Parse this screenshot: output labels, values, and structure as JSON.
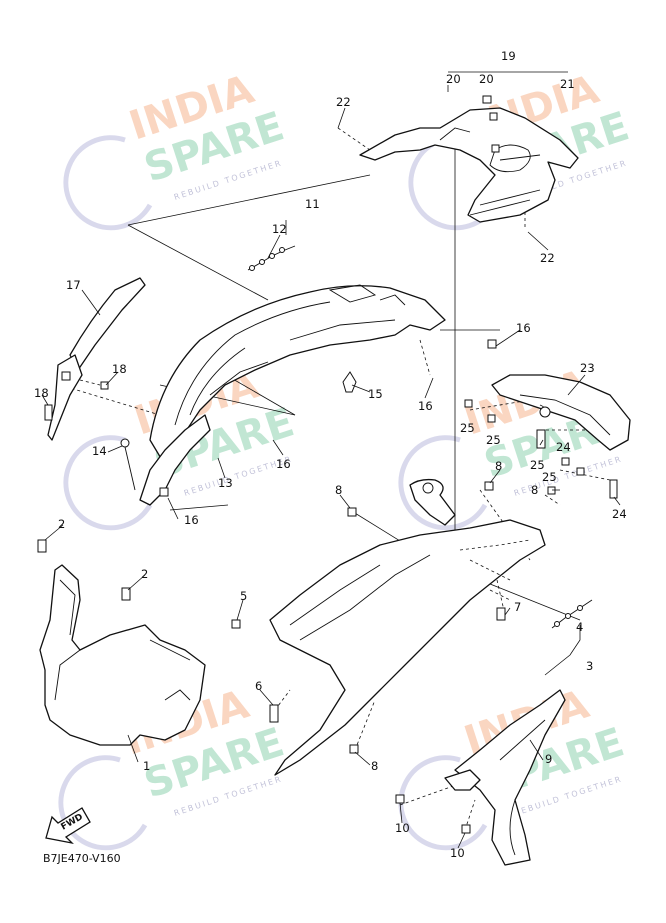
{
  "diagram": {
    "code": "B7JE470-V160",
    "fwd_label": "FWD",
    "callouts": [
      {
        "id": "c1",
        "text": "1"
      },
      {
        "id": "c2a",
        "text": "2"
      },
      {
        "id": "c2b",
        "text": "2"
      },
      {
        "id": "c3",
        "text": "3"
      },
      {
        "id": "c4",
        "text": "4"
      },
      {
        "id": "c5",
        "text": "5"
      },
      {
        "id": "c6",
        "text": "6"
      },
      {
        "id": "c7",
        "text": "7"
      },
      {
        "id": "c8a",
        "text": "8"
      },
      {
        "id": "c8b",
        "text": "8"
      },
      {
        "id": "c8c",
        "text": "8"
      },
      {
        "id": "c8d",
        "text": "8"
      },
      {
        "id": "c9",
        "text": "9"
      },
      {
        "id": "c10a",
        "text": "10"
      },
      {
        "id": "c10b",
        "text": "10"
      },
      {
        "id": "c11",
        "text": "11"
      },
      {
        "id": "c12",
        "text": "12"
      },
      {
        "id": "c13",
        "text": "13"
      },
      {
        "id": "c14",
        "text": "14"
      },
      {
        "id": "c15",
        "text": "15"
      },
      {
        "id": "c16a",
        "text": "16"
      },
      {
        "id": "c16b",
        "text": "16"
      },
      {
        "id": "c16c",
        "text": "16"
      },
      {
        "id": "c16d",
        "text": "16"
      },
      {
        "id": "c17",
        "text": "17"
      },
      {
        "id": "c18a",
        "text": "18"
      },
      {
        "id": "c18b",
        "text": "18"
      },
      {
        "id": "c19",
        "text": "19"
      },
      {
        "id": "c20a",
        "text": "20"
      },
      {
        "id": "c20b",
        "text": "20"
      },
      {
        "id": "c21",
        "text": "21"
      },
      {
        "id": "c22a",
        "text": "22"
      },
      {
        "id": "c22b",
        "text": "22"
      },
      {
        "id": "c23",
        "text": "23"
      },
      {
        "id": "c24a",
        "text": "24"
      },
      {
        "id": "c24b",
        "text": "24"
      },
      {
        "id": "c25a",
        "text": "25"
      },
      {
        "id": "c25b",
        "text": "25"
      },
      {
        "id": "c25c",
        "text": "25"
      },
      {
        "id": "c25d",
        "text": "25"
      }
    ]
  },
  "watermark": {
    "line1": "INDIA",
    "line2": "SPARE",
    "tagline": "REBUILD TOGETHER",
    "colors": {
      "orange": "#f6b58f",
      "green": "#8fd3b0",
      "blue": "#b9b9dd"
    }
  }
}
